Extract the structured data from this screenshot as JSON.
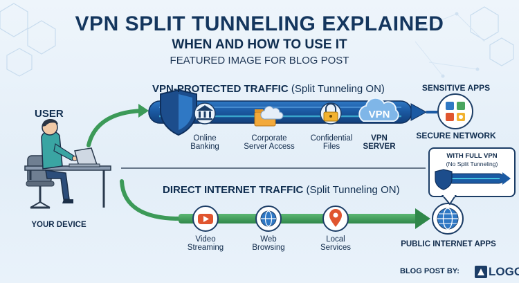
{
  "header": {
    "title": "VPN SPLIT TUNNELING EXPLAINED",
    "subtitle": "WHEN AND HOW TO USE IT",
    "caption": "FEATURED IMAGE FOR BLOG POST"
  },
  "user": {
    "label": "USER",
    "device_label": "YOUR DEVICE"
  },
  "vpn_traffic": {
    "heading": "VPN-PROTECTED TRAFFIC",
    "note": "(Split Tunneling ON)",
    "items": [
      "Online Banking",
      "Corporate Server Access",
      "Confidential Files"
    ],
    "server_label": "VPN SERVER",
    "cloud_text": "VPN",
    "destination_top": "SENSITIVE APPS",
    "destination_bottom": "SECURE NETWORK"
  },
  "direct_traffic": {
    "heading": "DIRECT INTERNET TRAFFIC",
    "note": "(Split Tunneling ON)",
    "items": [
      "Video Streaming",
      "Web Browsing",
      "Local Services"
    ],
    "destination": "PUBLIC INTERNET APPS"
  },
  "full_vpn_callout": {
    "title": "WITH FULL VPN",
    "note": "(No Split Tunneling)"
  },
  "footer": {
    "label": "BLOG POST BY:",
    "logo_text": "LOGO"
  },
  "colors": {
    "navy": "#0f2d4f",
    "tunnel_blue": "#1f5fa8",
    "green_arrow": "#3f9a5a",
    "cyan_accent": "#22b3d6"
  }
}
